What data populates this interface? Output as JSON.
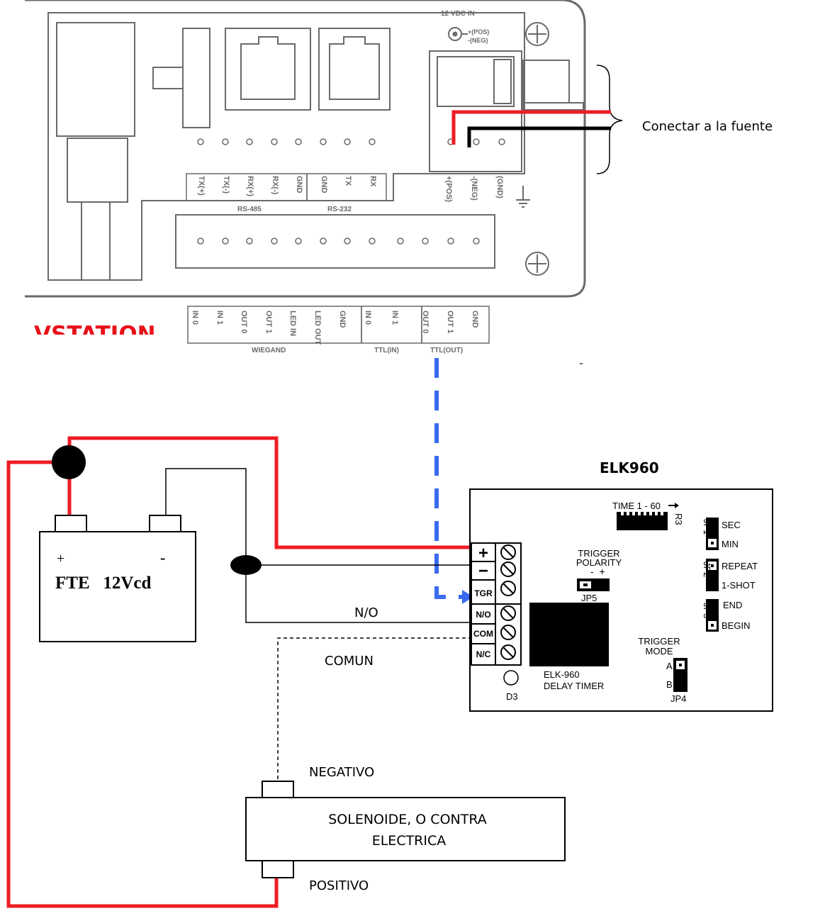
{
  "colors": {
    "red_wire": "#ee1c24",
    "blue_signal": "#3a6bf0",
    "black": "#000000",
    "device_gray": "#6a6a6a",
    "title_red": "#e8101a"
  },
  "vstation": {
    "title": "VSTATION",
    "power_jack": {
      "label": "12 VDC IN",
      "pos": "+(POS)",
      "neg": "-(NEG)"
    },
    "top_terminal_labels": [
      "TX(+)",
      "TX(-)",
      "RX(+)",
      "RX(-)",
      "GND",
      "GND",
      "TX",
      "RX"
    ],
    "power_terminal_labels": [
      "+(POS)",
      "-(NEG)",
      "(GND)"
    ],
    "groups_top": [
      "RS-485",
      "RS-232"
    ],
    "bottom_terminal_labels": [
      "IN 0",
      "IN 1",
      "OUT 0",
      "OUT 1",
      "LED IN",
      "LED OUT",
      "GND",
      "IN 0",
      "IN 1",
      "OUT 0",
      "OUT 1",
      "GND"
    ],
    "groups_bottom": [
      "WIEGAND",
      "TTL(IN)",
      "TTL(OUT)"
    ]
  },
  "annotations": {
    "connect_power": "Conectar a la fuente",
    "no_wire": "N/O",
    "common_wire": "COMUN",
    "negative": "NEGATIVO",
    "positive": "POSITIVO"
  },
  "battery": {
    "plus": "+",
    "minus": "-",
    "label": "FTE   12Vcd"
  },
  "solenoid": {
    "line1": "SOLENOIDE, O CONTRA",
    "line2": "ELECTRICA"
  },
  "elk": {
    "title": "ELK960",
    "time_label": "TIME 1 - 60",
    "r3": "R3",
    "terminals": [
      "+",
      "−",
      "TGR",
      "N/O",
      "COM",
      "N/C"
    ],
    "trigger_polarity": [
      "TRIGGER",
      "POLARITY",
      "-  +"
    ],
    "jp5": "JP5",
    "jp1": "JP1",
    "jp1_top": "SEC",
    "jp1_bot": "MIN",
    "jp2": "JP2",
    "jp2_top": "REPEAT",
    "jp2_bot": "1-SHOT",
    "jp3": "JP3",
    "jp3_top": "END",
    "jp3_bot": "BEGIN",
    "trigger_mode": [
      "TRIGGER",
      "MODE"
    ],
    "mode_a": "A",
    "mode_b": "B",
    "jp4": "JP4",
    "chip_line1": "ELK-960",
    "chip_line2": "DELAY TIMER",
    "d3": "D3"
  }
}
